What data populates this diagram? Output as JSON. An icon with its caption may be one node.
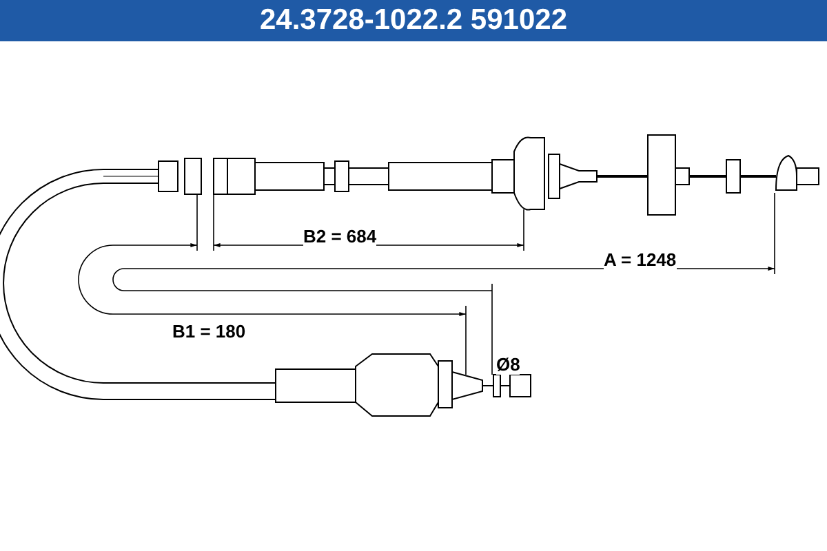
{
  "diagram": {
    "title": "24.3728-1022.2 591022",
    "labels": [
      "B2 = 684",
      "A = 1248",
      "B1 = 180",
      "Ø8"
    ]
  }
}
